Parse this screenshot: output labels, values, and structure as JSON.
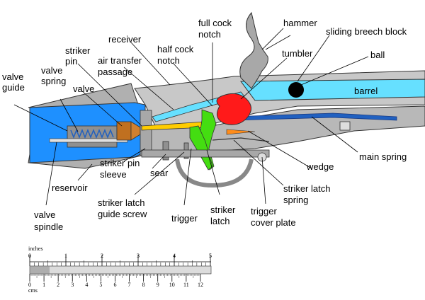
{
  "labels": {
    "valve_guide": [
      "valve",
      "guide"
    ],
    "valve_spring": [
      "valve",
      "spring"
    ],
    "valve": "valve",
    "striker_pin": [
      "striker",
      "pin"
    ],
    "air_transfer": [
      "air transfer",
      "passage"
    ],
    "receiver": "receiver",
    "half_cock": [
      "half cock",
      "notch"
    ],
    "full_cock": [
      "full cock",
      "notch"
    ],
    "hammer": "hammer",
    "sliding_breech": "sliding breech block",
    "tumbler": "tumbler",
    "ball": "ball",
    "barrel": "barrel",
    "main_spring": "main spring",
    "wedge": "wedge",
    "striker_latch_spring": [
      "striker latch",
      "spring"
    ],
    "trigger_cover": [
      "trigger",
      "cover plate"
    ],
    "striker_latch": [
      "striker",
      "latch"
    ],
    "trigger": "trigger",
    "striker_latch_guide": [
      "striker latch",
      "guide screw"
    ],
    "sear": "sear",
    "striker_pin_sleeve": [
      "striker pin",
      "sleeve"
    ],
    "reservoir": "reservoir",
    "valve_spindle": [
      "valve",
      "spindle"
    ]
  },
  "scale": {
    "inches_unit": "inches",
    "cms_unit": "cms",
    "inch_ticks": [
      "0",
      "1",
      "2",
      "3",
      "4",
      "5"
    ],
    "cm_ticks": [
      "0",
      "1",
      "2",
      "3",
      "4",
      "5",
      "6",
      "7",
      "8",
      "9",
      "10",
      "11",
      "12"
    ]
  },
  "colors": {
    "reservoir_blue": "#1e90ff",
    "barrel_cyan": "#66e0ff",
    "hammer_red": "#ff1a1a",
    "trigger_green": "#44dd11",
    "striker_yellow": "#ffcc00",
    "valve_brown": "#c07020",
    "metal_gray": "#a0a0a0",
    "spring_blue": "#2060c0"
  }
}
